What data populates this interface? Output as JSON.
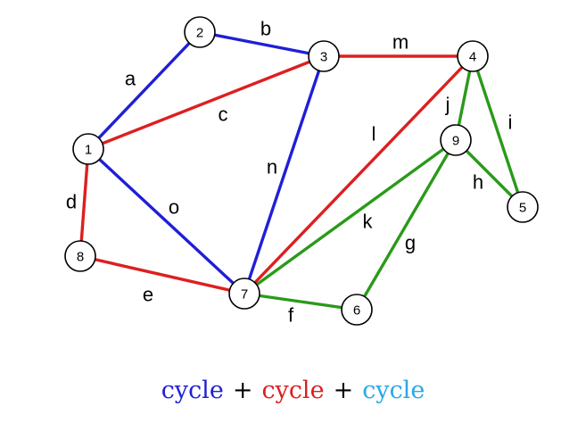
{
  "graph": {
    "nodes": [
      {
        "id": "1",
        "label": "1"
      },
      {
        "id": "2",
        "label": "2"
      },
      {
        "id": "3",
        "label": "3"
      },
      {
        "id": "4",
        "label": "4"
      },
      {
        "id": "5",
        "label": "5"
      },
      {
        "id": "6",
        "label": "6"
      },
      {
        "id": "7",
        "label": "7"
      },
      {
        "id": "8",
        "label": "8"
      },
      {
        "id": "9",
        "label": "9"
      }
    ],
    "edges": [
      {
        "label": "a",
        "from": "1",
        "to": "2",
        "color": "#1f1fd6"
      },
      {
        "label": "b",
        "from": "2",
        "to": "3",
        "color": "#1f1fd6"
      },
      {
        "label": "c",
        "from": "1",
        "to": "3",
        "color": "#dd1f1f"
      },
      {
        "label": "d",
        "from": "1",
        "to": "8",
        "color": "#dd1f1f"
      },
      {
        "label": "e",
        "from": "8",
        "to": "7",
        "color": "#dd1f1f"
      },
      {
        "label": "f",
        "from": "7",
        "to": "6",
        "color": "#2a9a1a"
      },
      {
        "label": "g",
        "from": "6",
        "to": "9",
        "color": "#2a9a1a"
      },
      {
        "label": "h",
        "from": "9",
        "to": "5",
        "color": "#2a9a1a"
      },
      {
        "label": "i",
        "from": "4",
        "to": "5",
        "color": "#2a9a1a"
      },
      {
        "label": "j",
        "from": "4",
        "to": "9",
        "color": "#2a9a1a"
      },
      {
        "label": "k",
        "from": "7",
        "to": "9",
        "color": "#2a9a1a"
      },
      {
        "label": "l",
        "from": "7",
        "to": "4",
        "color": "#dd1f1f"
      },
      {
        "label": "m",
        "from": "3",
        "to": "4",
        "color": "#dd1f1f"
      },
      {
        "label": "n",
        "from": "3",
        "to": "7",
        "color": "#1f1fd6"
      },
      {
        "label": "o",
        "from": "1",
        "to": "7",
        "color": "#1f1fd6"
      }
    ]
  },
  "caption": {
    "term1": "cycle",
    "plus1": "+",
    "term2": "cycle",
    "plus2": "+",
    "term3": "cycle",
    "colors": {
      "term1": "#1f1fd6",
      "term2": "#dd1f1f",
      "term3": "#29a9e6"
    }
  }
}
